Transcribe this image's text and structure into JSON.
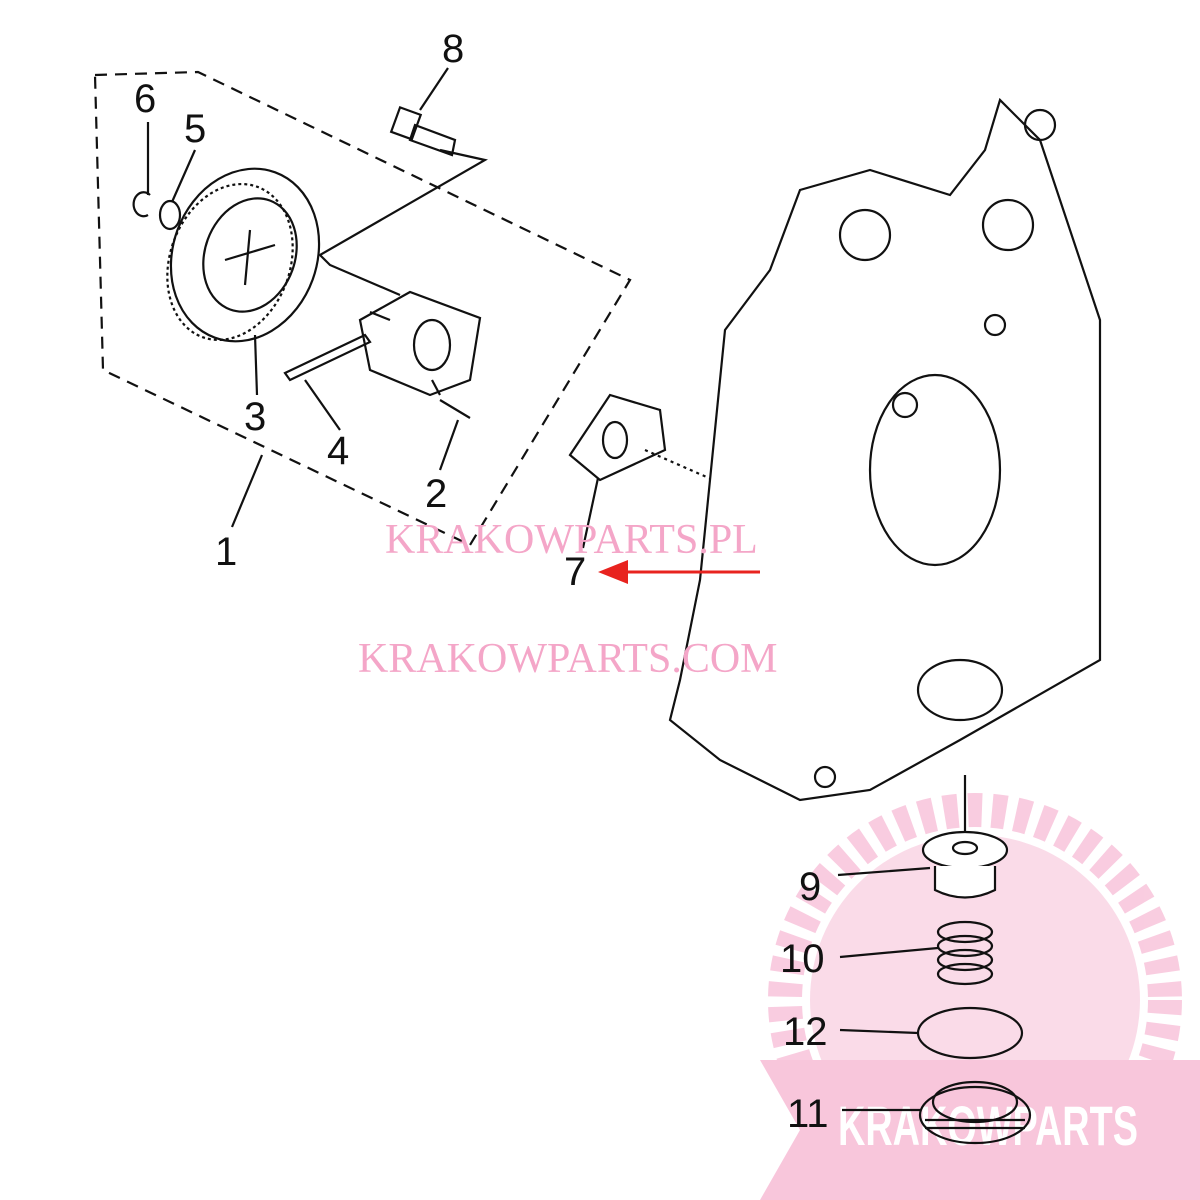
{
  "diagram": {
    "callouts": {
      "p1": "1",
      "p2": "2",
      "p3": "3",
      "p4": "4",
      "p5": "5",
      "p6": "6",
      "p7": "7",
      "p8": "8",
      "p9": "9",
      "p10": "10",
      "p11": "11",
      "p12": "12"
    },
    "watermarks": {
      "pl": "KRAKOWPARTS.PL",
      "com": "KRAKOWPARTS.COM"
    },
    "logo_text": "KRAKOWPARTS",
    "colors": {
      "watermark": "#f4a6c8",
      "arrow": "#e8231f",
      "lines": "#111111"
    }
  }
}
